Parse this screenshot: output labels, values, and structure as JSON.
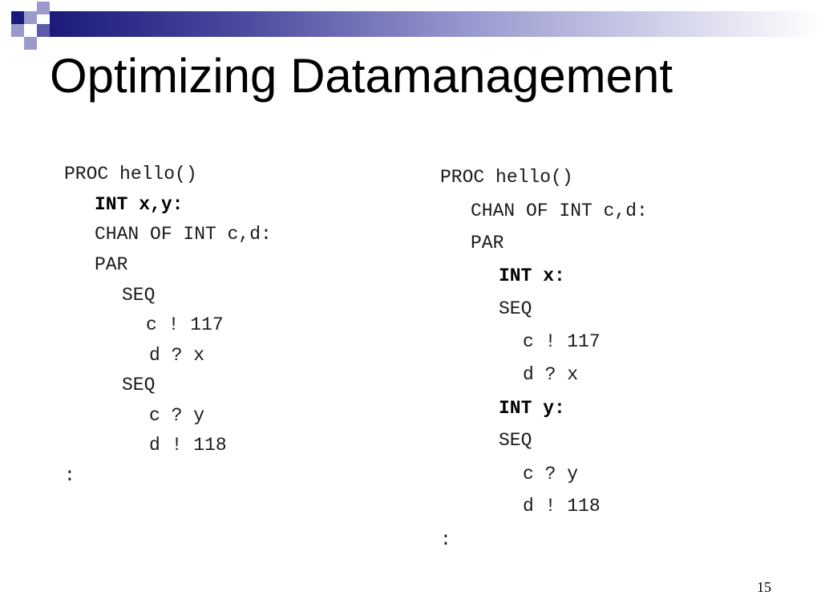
{
  "slide": {
    "title": "Optimizing Datamanagement",
    "page_number": "15"
  },
  "left_code": [
    {
      "text": "PROC hello()",
      "bold": false
    },
    {
      "text": "INT x,y:",
      "bold": true
    },
    {
      "text": "CHAN OF INT c,d:",
      "bold": false
    },
    {
      "text": "PAR",
      "bold": false
    },
    {
      "text": "SEQ",
      "bold": false
    },
    {
      "text": "c ! 117",
      "bold": false
    },
    {
      "text": "d ? x",
      "bold": false
    },
    {
      "text": "SEQ",
      "bold": false
    },
    {
      "text": "c ? y",
      "bold": false
    },
    {
      "text": "d ! 118",
      "bold": false
    },
    {
      "text": ":",
      "bold": false
    }
  ],
  "right_code": [
    {
      "text": "PROC hello()",
      "bold": false
    },
    {
      "text": "CHAN OF INT c,d:",
      "bold": false
    },
    {
      "text": "PAR",
      "bold": false
    },
    {
      "text": "INT x:",
      "bold": true
    },
    {
      "text": "SEQ",
      "bold": false
    },
    {
      "text": "c ! 117",
      "bold": false
    },
    {
      "text": "d ? x",
      "bold": false
    },
    {
      "text": "INT y:",
      "bold": true
    },
    {
      "text": "SEQ",
      "bold": false
    },
    {
      "text": "c ? y",
      "bold": false
    },
    {
      "text": "d ! 118",
      "bold": false
    },
    {
      "text": ":",
      "bold": false
    }
  ]
}
